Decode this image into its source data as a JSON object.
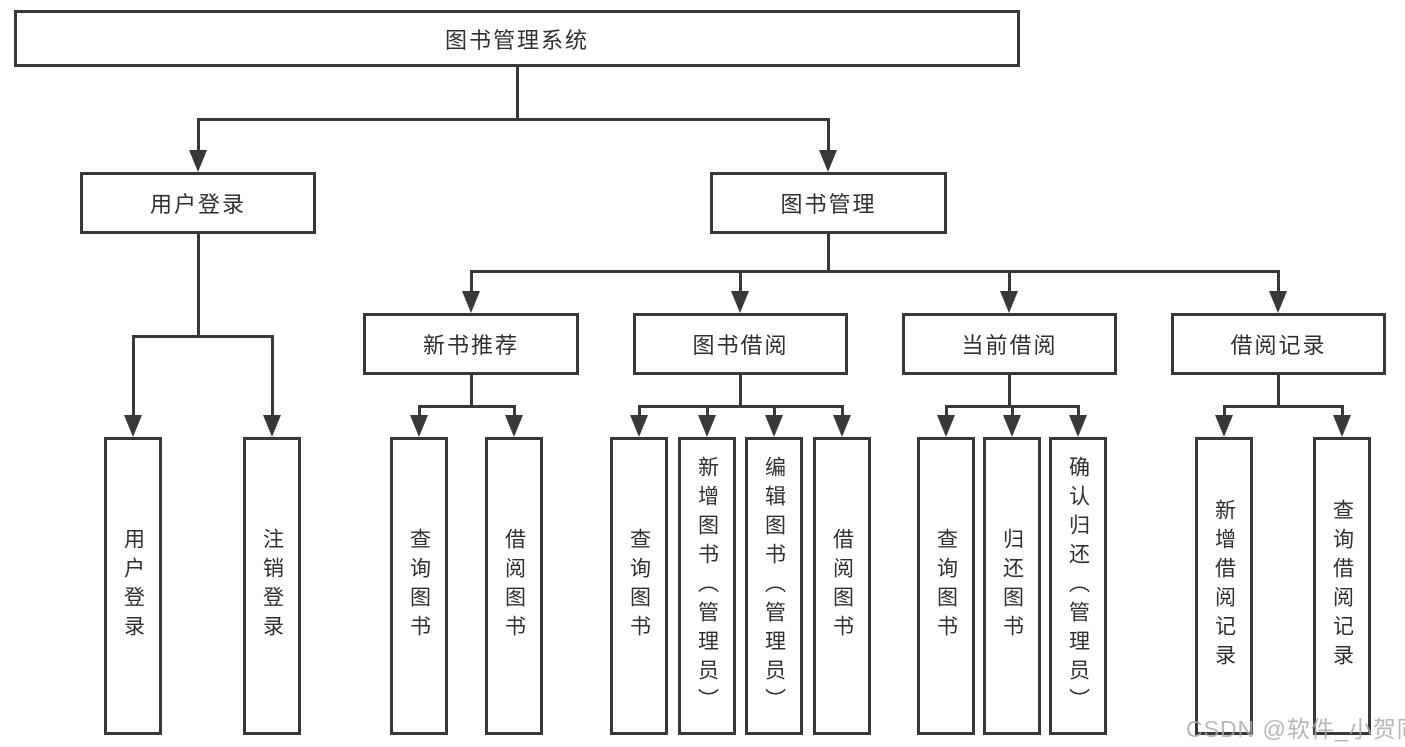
{
  "diagram": {
    "root": "图书管理系统",
    "l2": [
      "用户登录",
      "图书管理"
    ],
    "l3": [
      "新书推荐",
      "图书借阅",
      "当前借阅",
      "借阅记录"
    ],
    "leaves_user_login": [
      "用户登录",
      "注销登录"
    ],
    "leaves_new_book": [
      "查询图书",
      "借阅图书"
    ],
    "leaves_book_borrow": [
      "查询图书",
      "新增图书（管理员）",
      "编辑图书（管理员）",
      "借阅图书"
    ],
    "leaves_current_borrow": [
      "查询图书",
      "归还图书",
      "确认归还（管理员）"
    ],
    "leaves_borrow_records": [
      "新增借阅记录",
      "查询借阅记录"
    ],
    "watermark": "CSDN @软件_小贺同学",
    "colors": {
      "line": "#383838",
      "text": "#303030",
      "background": "#ffffff",
      "watermark": "#aaaaaa"
    }
  }
}
